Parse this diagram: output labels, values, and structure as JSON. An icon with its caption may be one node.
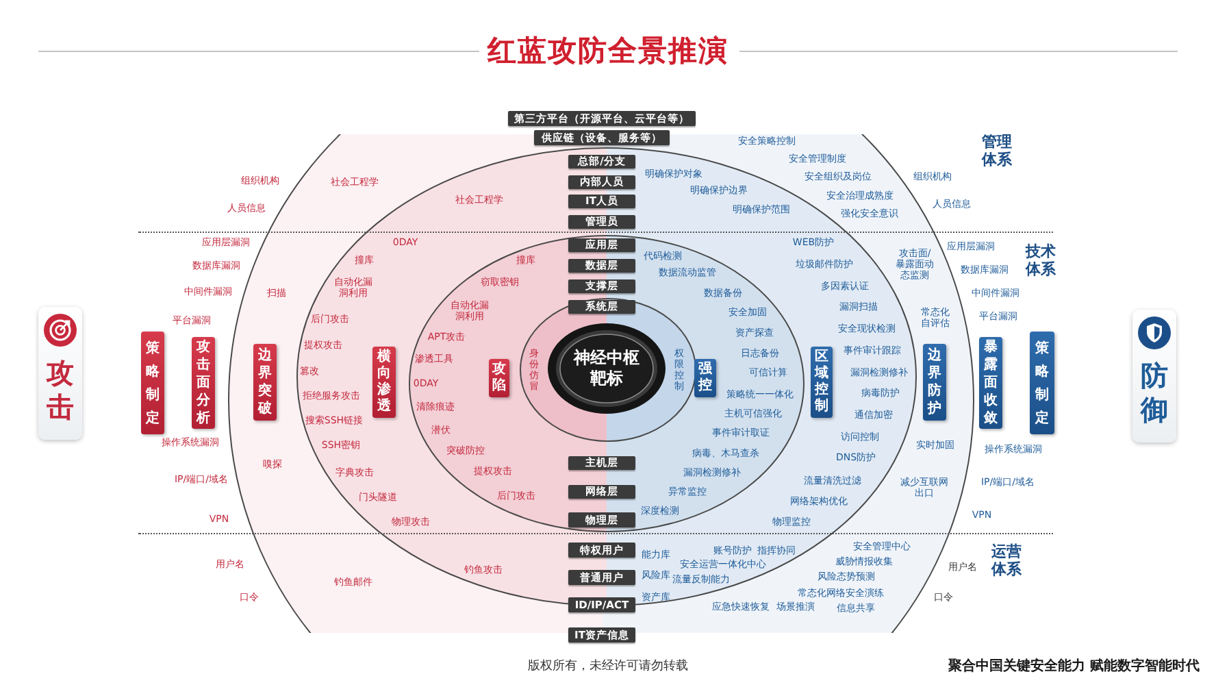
{
  "diagram": {
    "title": "红蓝攻防全景推演",
    "nodes": [
      {
        "text": [
          "第三方平台（开源平台、云平台等）"
        ]
      },
      {
        "text": [
          "供应链（设备、服务等）"
        ]
      },
      {
        "text": [
          "总部/分支"
        ]
      },
      {
        "text": [
          "内部人员"
        ]
      },
      {
        "text": [
          "IT人员"
        ]
      },
      {
        "text": [
          "管理员"
        ]
      },
      {
        "text": [
          "应用层"
        ]
      },
      {
        "text": [
          "数据层"
        ]
      },
      {
        "text": [
          "支撑层"
        ]
      },
      {
        "text": [
          "系统层"
        ]
      },
      {
        "text": [
          "攻击"
        ]
      },
      {
        "text": [
          "策略制定"
        ]
      },
      {
        "text": [
          "攻击面分析"
        ]
      },
      {
        "text": [
          "边界突破"
        ]
      },
      {
        "text": [
          "横向渗透"
        ]
      },
      {
        "text": [
          "攻陷"
        ]
      },
      {
        "text": [
          "神经中枢靶标"
        ]
      },
      {
        "text": [
          "强控"
        ]
      },
      {
        "text": [
          "区域控制"
        ]
      },
      {
        "text": [
          "边界防护"
        ]
      },
      {
        "text": [
          "暴露面收敛"
        ]
      },
      {
        "text": [
          "策略制定"
        ]
      },
      {
        "text": [
          "防御"
        ]
      },
      {
        "text": [
          "主机层"
        ]
      },
      {
        "text": [
          "网络层"
        ]
      },
      {
        "text": [
          "物理层"
        ]
      },
      {
        "text": [
          "特权用户"
        ]
      },
      {
        "text": [
          "普通用户"
        ]
      },
      {
        "text": [
          "ID/IP/ACT"
        ]
      },
      {
        "text": [
          "IT资产信息"
        ]
      }
    ],
    "labels": [
      "组织机构",
      "社会工程学",
      "社会工程学",
      "人员信息",
      "安全策略控制",
      "管理体系",
      "安全管理制度",
      "明确保护对象",
      "安全组织及岗位",
      "组织机构",
      "明确保护边界",
      "安全治理成熟度",
      "人员信息",
      "明确保护范围",
      "强化安全意识",
      "应用层漏洞",
      "0DAY",
      "撞库",
      "撞库",
      "数据库漏洞",
      "窃取密钥",
      "自动化漏洞利用",
      "中间件漏洞",
      "扫描",
      "自动化漏洞利用",
      "平台漏洞",
      "后门攻击",
      "APT攻击",
      "提权攻击",
      "渗透工具",
      "身份仿冒",
      "篡改",
      "0DAY",
      "拒绝服务攻击",
      "清除痕迹",
      "搜索SSH链接",
      "潜伏",
      "操作系统漏洞",
      "SSH密钥",
      "突破防控",
      "嗅探",
      "提权攻击",
      "字典攻击",
      "IP/端口/域名",
      "后门攻击",
      "门头隧道",
      "VPN",
      "物理攻击",
      "WEB防护",
      "应用层漏洞",
      "代码检测",
      "技术体系",
      "攻击面/暴露面动态监测",
      "垃圾邮件防护",
      "数据库漏洞",
      "数据流动监管",
      "多因素认证",
      "中间件漏洞",
      "数据备份",
      "安全加固",
      "漏洞扫描",
      "常态化自评估",
      "平台漏洞",
      "资产探查",
      "安全现状检测",
      "事件审计跟踪",
      "日志备份",
      "权限控制",
      "可信计算",
      "漏洞检测修补",
      "策略统一一体化",
      "病毒防护",
      "主机可信强化",
      "通信加密",
      "事件审计取证",
      "访问控制",
      "实时加固",
      "操作系统漏洞",
      "病毒、木马查杀",
      "DNS防护",
      "漏洞检测修补",
      "流量清洗过滤",
      "IP/端口/域名",
      "减少互联网出口",
      "异常监控",
      "网络架构优化",
      "深度检测",
      "VPN",
      "物理监控",
      "用户名",
      "钓鱼攻击",
      "钓鱼邮件",
      "口令",
      "安全管理中心",
      "账号防护",
      "指挥协同",
      "能力库",
      "运营体系",
      "威胁情报收集",
      "用户名",
      "安全运营一体化中心",
      "风险库",
      "风险态势预测",
      "流量反制能力",
      "常态化网络安全演练",
      "口令",
      "资产库",
      "应急快速恢复",
      "场景推演",
      "信息共享",
      "版权所有，未经许可请勿转载",
      "聚合中国关键安全能力 赋能数字智能时代"
    ]
  }
}
